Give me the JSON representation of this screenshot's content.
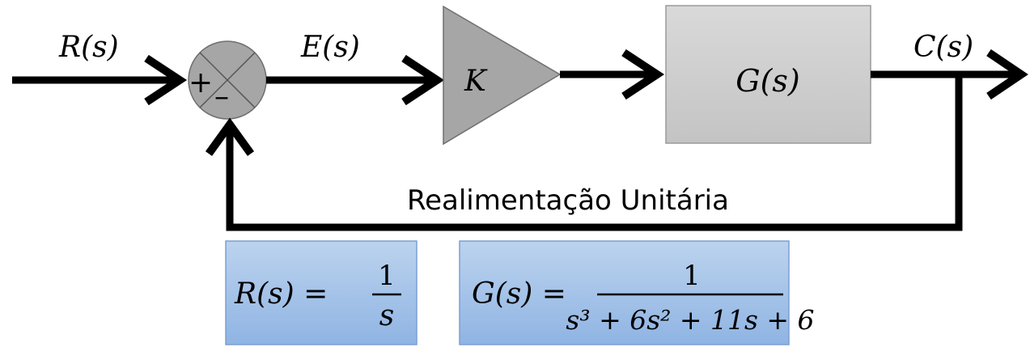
{
  "labels": {
    "input": "R(s)",
    "error": "E(s)",
    "output": "C(s)",
    "gain": "K",
    "plant": "G(s)",
    "plus_sign": "+",
    "minus_sign": "–",
    "feedback_caption": "Realimentação Unitária"
  },
  "equations": {
    "input_lhs": "R(s) =",
    "input_num": "1",
    "input_den": "s",
    "plant_lhs": "G(s) =",
    "plant_num": "1",
    "plant_den": "s³ + 6s² + 11s + 6"
  },
  "colors": {
    "summer_fill": "#a6a6a6",
    "gain_fill": "#a6a6a6",
    "plant_fill_top": "#d9d9d9",
    "plant_fill_bottom": "#c4c4c4",
    "equation_fill_top": "#bcd3ee",
    "equation_fill_bottom": "#8fb4e3",
    "equation_border": "#7a9fd4",
    "line": "#000000"
  }
}
